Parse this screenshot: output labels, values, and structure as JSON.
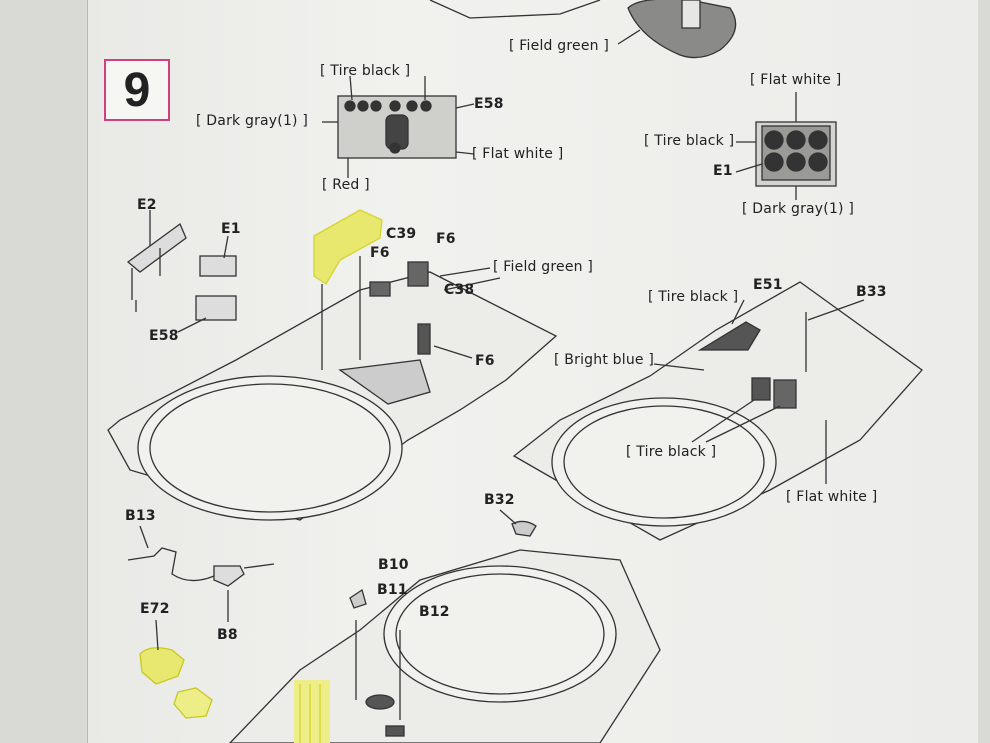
{
  "step_number": "9",
  "colors": {
    "highlight": "#f4f21a",
    "frame": "#d0407f",
    "ink": "#222222"
  },
  "callouts": {
    "field_green_top": "[ Field green ]",
    "tire_black_panel": "[ Tire black ]",
    "dark_gray_panel": "[ Dark gray(1) ]",
    "e58_panel": "E58",
    "flat_white_panel": "[ Flat white ]",
    "red_panel": "[ Red ]",
    "flat_white_rack": "[ Flat white ]",
    "tire_black_rack": "[ Tire black ]",
    "e1_rack": "E1",
    "dark_gray_rack": "[ Dark gray(1) ]",
    "field_green_mid": "[ Field green ]",
    "tire_black_right": "[ Tire black ]",
    "bright_blue": "[ Bright blue ]",
    "tire_black_center": "[ Tire black ]",
    "flat_white_right": "[ Flat white ]"
  },
  "parts": {
    "e2": "E2",
    "e1": "E1",
    "e58": "E58",
    "c39": "C39",
    "f6_a": "F6",
    "f6_b": "F6",
    "c38": "C38",
    "f6_c": "F6",
    "e51": "E51",
    "b33": "B33",
    "b13": "B13",
    "b8": "B8",
    "e72": "E72",
    "b32": "B32",
    "b10": "B10",
    "b11": "B11",
    "b12": "B12"
  }
}
